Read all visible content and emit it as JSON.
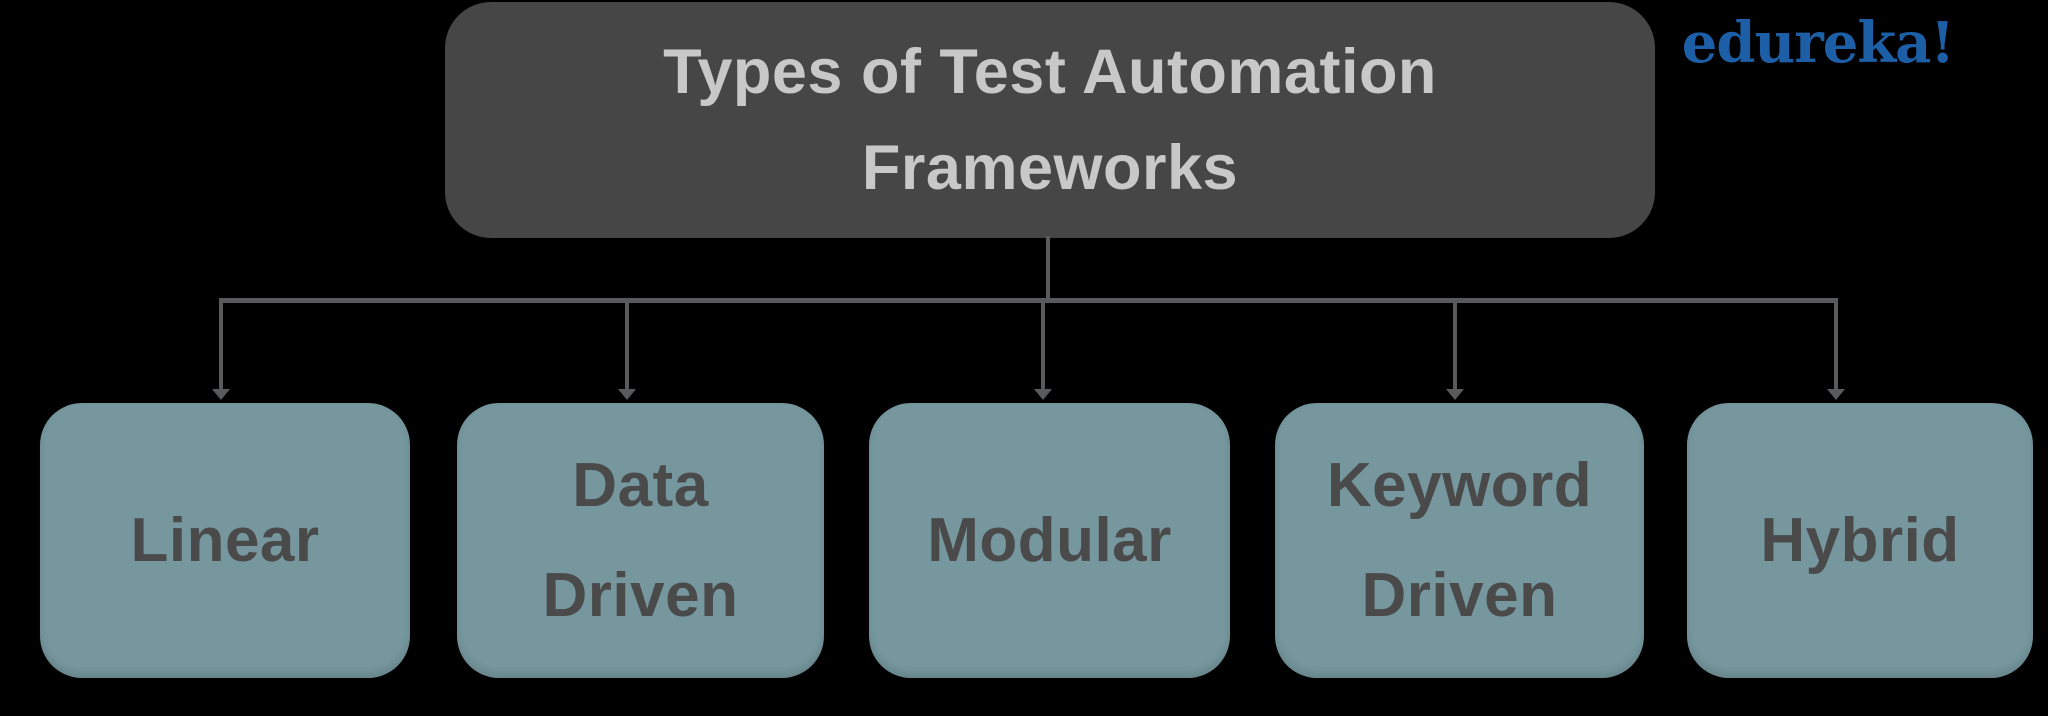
{
  "diagram_title": "Types of Test Automation Frameworks",
  "root": {
    "label": "Types of Test Automation Frameworks",
    "lines": [
      "Types of Test Automation",
      "Frameworks"
    ]
  },
  "logo": {
    "text": "edureka!"
  },
  "nodes": [
    {
      "label": "Linear",
      "lines": [
        "Linear",
        ""
      ]
    },
    {
      "label": "Data Driven",
      "lines": [
        "Data",
        "Driven"
      ]
    },
    {
      "label": "Modular",
      "lines": [
        "Modular",
        ""
      ]
    },
    {
      "label": "Keyword Driven",
      "lines": [
        "Keyword",
        "Driven"
      ]
    },
    {
      "label": "Hybrid",
      "lines": [
        "Hybrid",
        ""
      ]
    }
  ],
  "colors": {
    "background": "#000000",
    "root_bg": "#464646",
    "root_text": "#c8c8c8",
    "node_bg": "#76979e",
    "node_text": "#4a4a4a",
    "line": "#595a5c",
    "logo": "#1d5fa6"
  }
}
